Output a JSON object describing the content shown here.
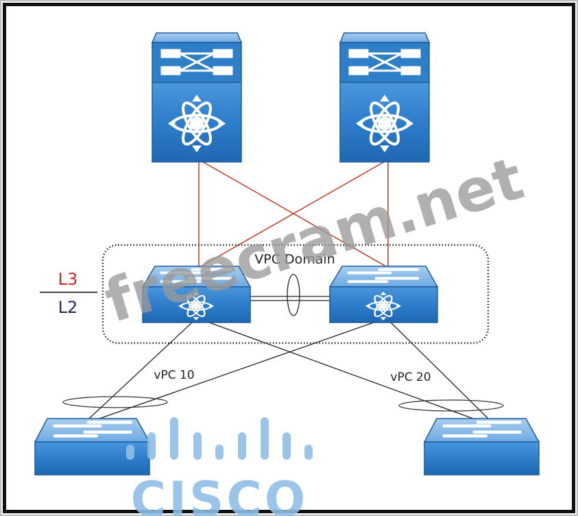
{
  "diagram": {
    "title_label": "VPC Domain",
    "layer_labels": {
      "upper": "L3",
      "lower": "L2"
    },
    "link_labels": {
      "vpc_left": "vPC 10",
      "vpc_right": "vPC 20"
    },
    "nodes": [
      {
        "id": "core-left",
        "type": "core-switch"
      },
      {
        "id": "core-right",
        "type": "core-switch"
      },
      {
        "id": "agg-left",
        "type": "vpc-peer-switch"
      },
      {
        "id": "agg-right",
        "type": "vpc-peer-switch"
      },
      {
        "id": "access-left",
        "type": "access-switch"
      },
      {
        "id": "access-right",
        "type": "access-switch"
      }
    ],
    "links": [
      {
        "from": "core-left",
        "to": "agg-left",
        "layer": "L3"
      },
      {
        "from": "core-left",
        "to": "agg-right",
        "layer": "L3"
      },
      {
        "from": "core-right",
        "to": "agg-left",
        "layer": "L3"
      },
      {
        "from": "core-right",
        "to": "agg-right",
        "layer": "L3"
      },
      {
        "from": "agg-left",
        "to": "agg-right",
        "type": "peer-link"
      },
      {
        "from": "agg-left",
        "to": "access-left",
        "vpc": "vPC 10"
      },
      {
        "from": "agg-right",
        "to": "access-left",
        "vpc": "vPC 10"
      },
      {
        "from": "agg-left",
        "to": "access-right",
        "vpc": "vPC 20"
      },
      {
        "from": "agg-right",
        "to": "access-right",
        "vpc": "vPC 20"
      }
    ],
    "colors": {
      "l3_link": "#c0392b",
      "l2_link": "#222222",
      "l3_text": "#d2231f",
      "l2_text": "#1b2a4e",
      "device_blue": "#2f7fc8",
      "device_top": "#7fb6e6"
    }
  },
  "watermarks": {
    "site": "freecram.net",
    "brand": "CISCO"
  }
}
